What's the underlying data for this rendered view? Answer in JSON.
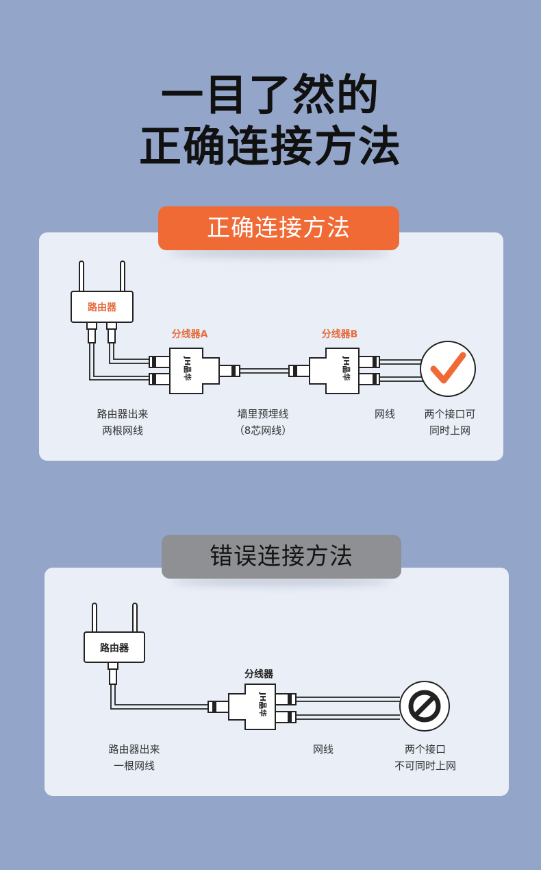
{
  "headline": {
    "line1": "一目了然的",
    "line2": "正确连接方法"
  },
  "colors": {
    "background": "#93a5c9",
    "accent": "#f06a36",
    "gray_pill": "#8f9093",
    "panel": "#e9eef7"
  },
  "correct": {
    "title": "正确连接方法",
    "router_label": "路由器",
    "splitter_a_label": "分线器A",
    "splitter_b_label": "分线器B",
    "splitter_brand": "JH晶华",
    "caption_router_1": "路由器出来",
    "caption_router_2": "两根网线",
    "caption_wall_1": "墙里预埋线",
    "caption_wall_2": "（8芯网线）",
    "caption_cable": "网线",
    "caption_result_1": "两个接口可",
    "caption_result_2": "同时上网",
    "result_icon": "check-icon"
  },
  "wrong": {
    "title": "错误连接方法",
    "router_label": "路由器",
    "splitter_label": "分线器",
    "splitter_brand": "JH晶华",
    "caption_router_1": "路由器出来",
    "caption_router_2": "一根网线",
    "caption_cable": "网线",
    "caption_result_1": "两个接口",
    "caption_result_2": "不可同时上网",
    "result_icon": "prohibited-icon"
  }
}
